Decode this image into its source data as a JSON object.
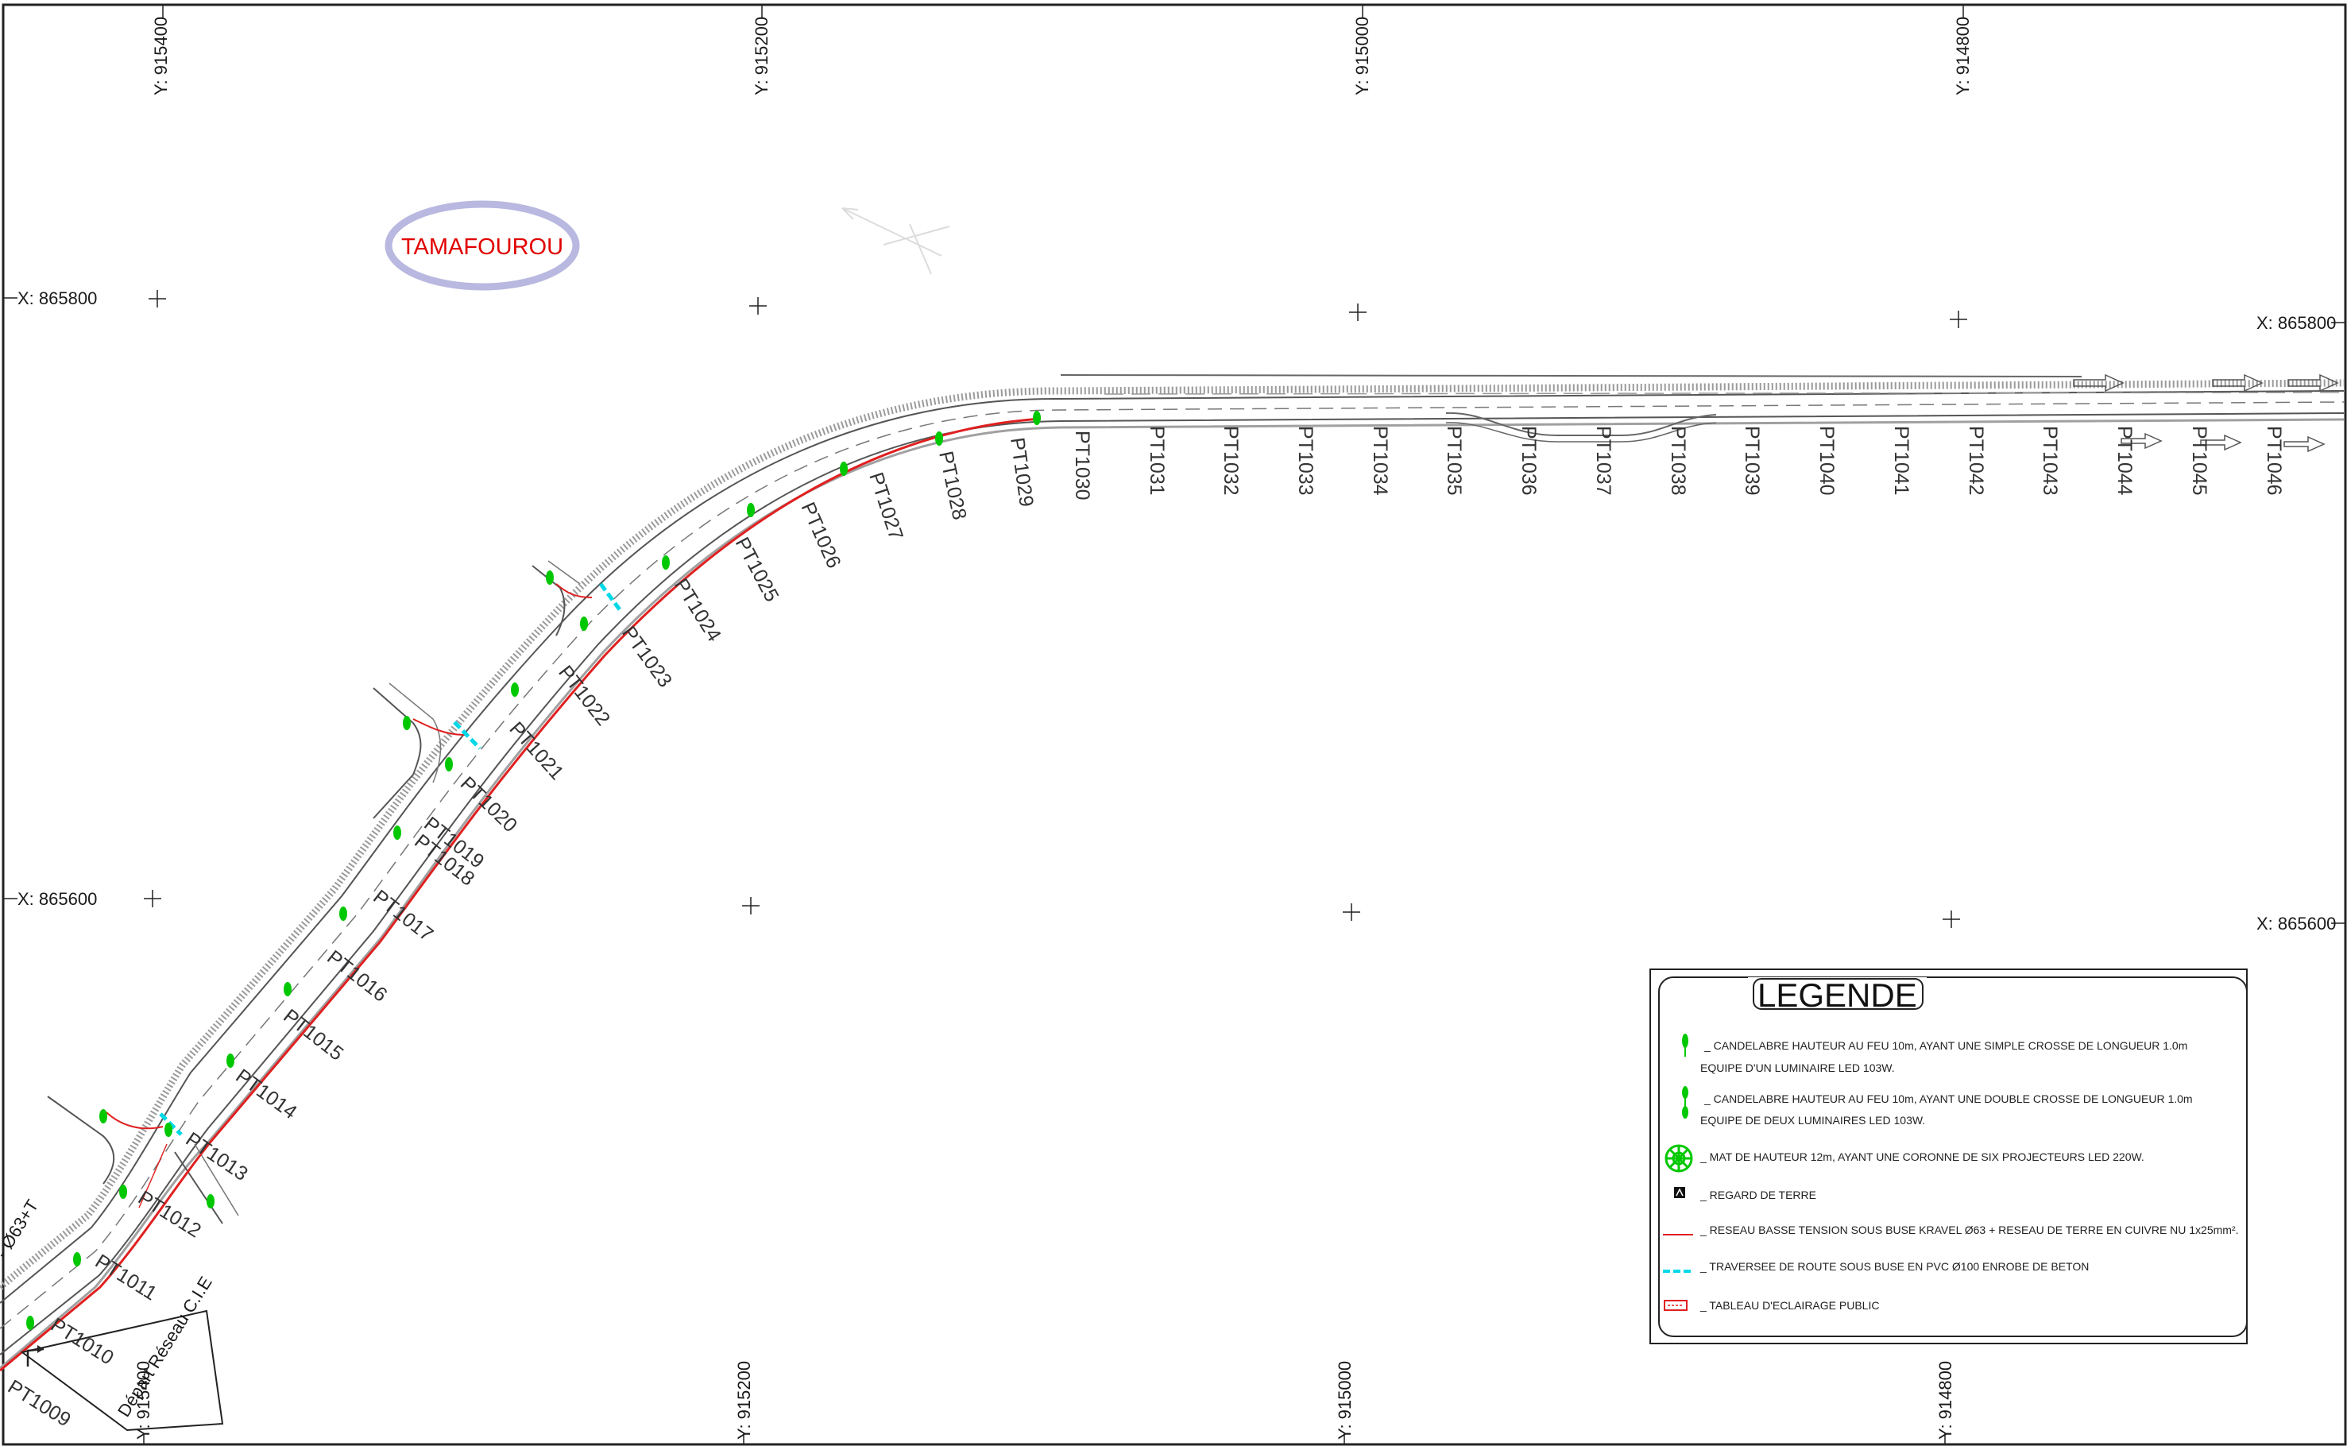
{
  "place_label": "TAMAFOUROU",
  "grid": {
    "y_labels": [
      "Y: 915400",
      "Y: 915200",
      "Y: 915000",
      "Y: 914800"
    ],
    "x_labels": [
      "X: 865800",
      "X: 865600"
    ]
  },
  "points": [
    "PT1009",
    "PT1010",
    "PT1011",
    "PT1012",
    "PT1013",
    "PT1014",
    "PT1015",
    "PT1016",
    "PT1017",
    "PT1018",
    "PT1019",
    "PT1020",
    "PT1021",
    "PT1022",
    "PT1023",
    "PT1024",
    "PT1025",
    "PT1026",
    "PT1027",
    "PT1028",
    "PT1029",
    "PT1030",
    "PT1031",
    "PT1032",
    "PT1033",
    "PT1034",
    "PT1035",
    "PT1036",
    "PT1037",
    "PT1038",
    "PT1039",
    "PT1040",
    "PT1041",
    "PT1042",
    "PT1043",
    "PT1044",
    "PT1045",
    "PT1046"
  ],
  "annotations": {
    "depart": "Départ Réseau C.I.E",
    "chainage": "- Ø63+T"
  },
  "legend": {
    "title": "LEGENDE",
    "items": [
      {
        "symbol": "single-lamp-icon",
        "lines": [
          "_ CANDELABRE HAUTEUR AU FEU 10m, AYANT UNE SIMPLE CROSSE DE LONGUEUR 1.0m",
          "EQUIPE D'UN LUMINAIRE LED 103W."
        ]
      },
      {
        "symbol": "double-lamp-icon",
        "lines": [
          "_ CANDELABRE HAUTEUR AU FEU 10m, AYANT UNE DOUBLE CROSSE DE LONGUEUR 1.0m",
          "EQUIPE DE DEUX LUMINAIRES LED 103W."
        ]
      },
      {
        "symbol": "mast-icon",
        "lines": [
          "_ MAT DE HAUTEUR 12m, AYANT UNE CORONNE DE SIX PROJECTEURS LED 220W."
        ]
      },
      {
        "symbol": "manhole-icon",
        "lines": [
          "_ REGARD DE TERRE"
        ]
      },
      {
        "symbol": "red-line-icon",
        "lines": [
          "_ RESEAU BASSE TENSION SOUS BUSE KRAVEL Ø63 + RESEAU DE TERRE EN CUIVRE NU 1x25mm²."
        ]
      },
      {
        "symbol": "cyan-dash-icon",
        "lines": [
          "_ TRAVERSEE DE ROUTE SOUS BUSE EN PVC Ø100 ENROBE DE BETON"
        ]
      },
      {
        "symbol": "panel-icon",
        "lines": [
          "_ TABLEAU D'ECLAIRAGE PUBLIC"
        ]
      }
    ]
  },
  "colors": {
    "lamp": "#00c800",
    "cable": "#e02020",
    "crossing": "#00d8e8",
    "place_text": "#e00000",
    "place_ellipse": "#b8b8e0"
  }
}
